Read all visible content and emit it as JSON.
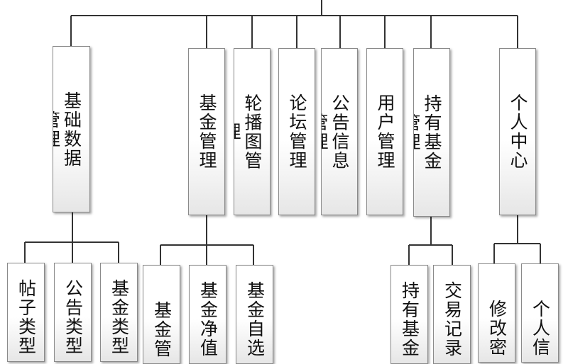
{
  "diagram": {
    "level1": [
      {
        "id": "basic",
        "label": "基础数据管理"
      },
      {
        "id": "fund",
        "label": "基金管理"
      },
      {
        "id": "carousel",
        "label": "轮播图管理"
      },
      {
        "id": "forum",
        "label": "论坛管理"
      },
      {
        "id": "notice",
        "label": "公告信息管理"
      },
      {
        "id": "user",
        "label": "用户管理"
      },
      {
        "id": "holding",
        "label": "持有基金管理"
      },
      {
        "id": "personal",
        "label": "个人中心"
      }
    ],
    "level2": {
      "basic": [
        "帖子类型",
        "公告类型",
        "基金类型"
      ],
      "fund": [
        "基金管",
        "基金净值",
        "基金自选"
      ],
      "holding": [
        "持有基金",
        "交易记录"
      ],
      "personal": [
        "修改密",
        "个人信"
      ]
    }
  }
}
